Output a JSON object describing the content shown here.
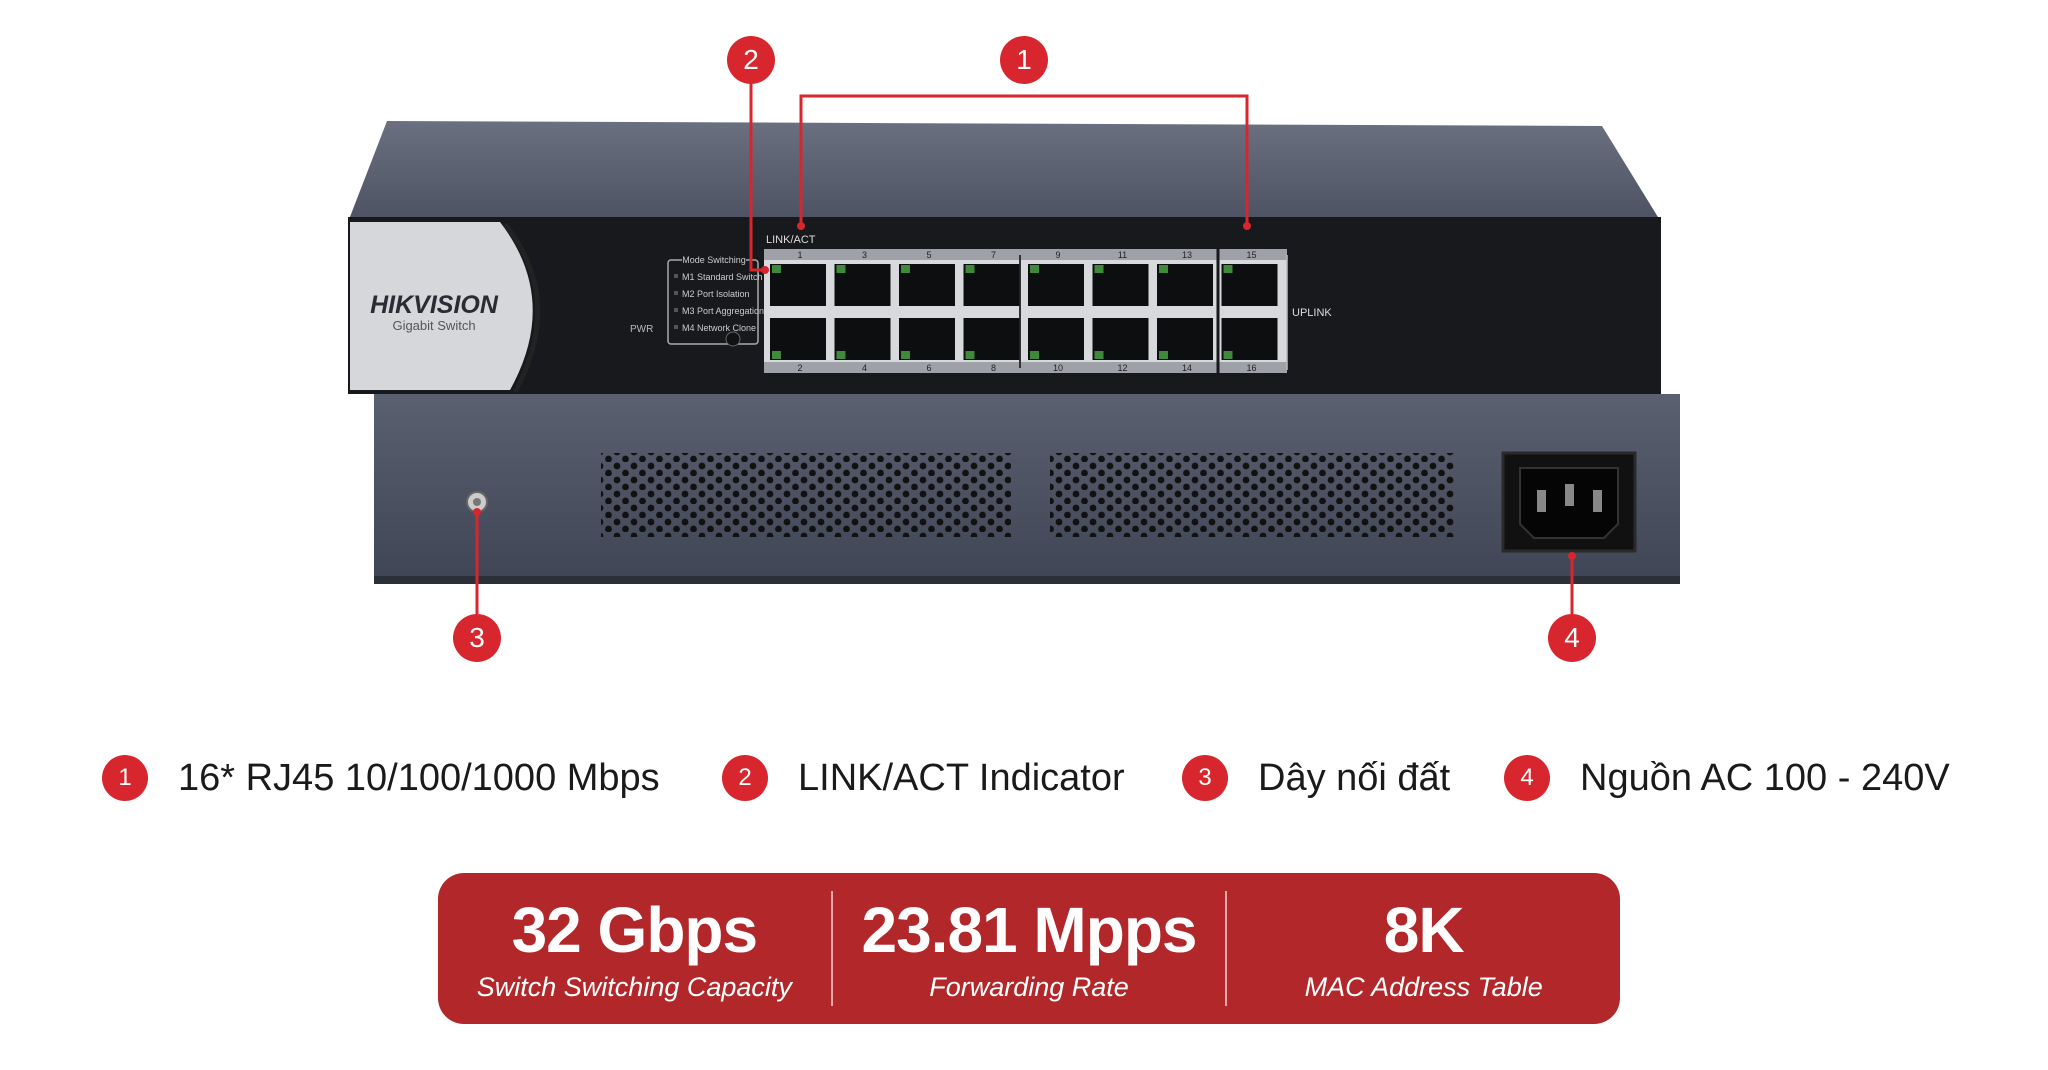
{
  "device": {
    "brand": "HIKVISION",
    "model_label": "Gigabit Switch",
    "link_act_label": "LINK/ACT",
    "mode_switching_label": "Mode Switching",
    "modes": [
      "M1 Standard Switch",
      "M2 Port Isolation",
      "M3 Port Aggregation",
      "M4 Network Clone"
    ],
    "pwr_label": "PWR",
    "uplink_label": "UPLINK",
    "top_port_numbers": [
      "1",
      "3",
      "5",
      "7",
      "9",
      "11",
      "13",
      "15"
    ],
    "bottom_port_numbers": [
      "2",
      "4",
      "6",
      "8",
      "10",
      "12",
      "14",
      "16"
    ]
  },
  "callouts": [
    "1",
    "2",
    "3",
    "4"
  ],
  "legend": [
    {
      "num": "1",
      "text": "16* RJ45 10/100/1000 Mbps"
    },
    {
      "num": "2",
      "text": "LINK/ACT Indicator"
    },
    {
      "num": "3",
      "text": "Dây nối đất"
    },
    {
      "num": "4",
      "text": "Nguồn AC 100 - 240V"
    }
  ],
  "stats": [
    {
      "value": "32 Gbps",
      "label": "Switch Switching Capacity"
    },
    {
      "value": "23.81 Mpps",
      "label": "Forwarding Rate"
    },
    {
      "value": "8K",
      "label": "MAC Address Table"
    }
  ],
  "colors": {
    "accent": "#d7262d",
    "banner": "#b2272a",
    "chassis": "#4a5060"
  }
}
